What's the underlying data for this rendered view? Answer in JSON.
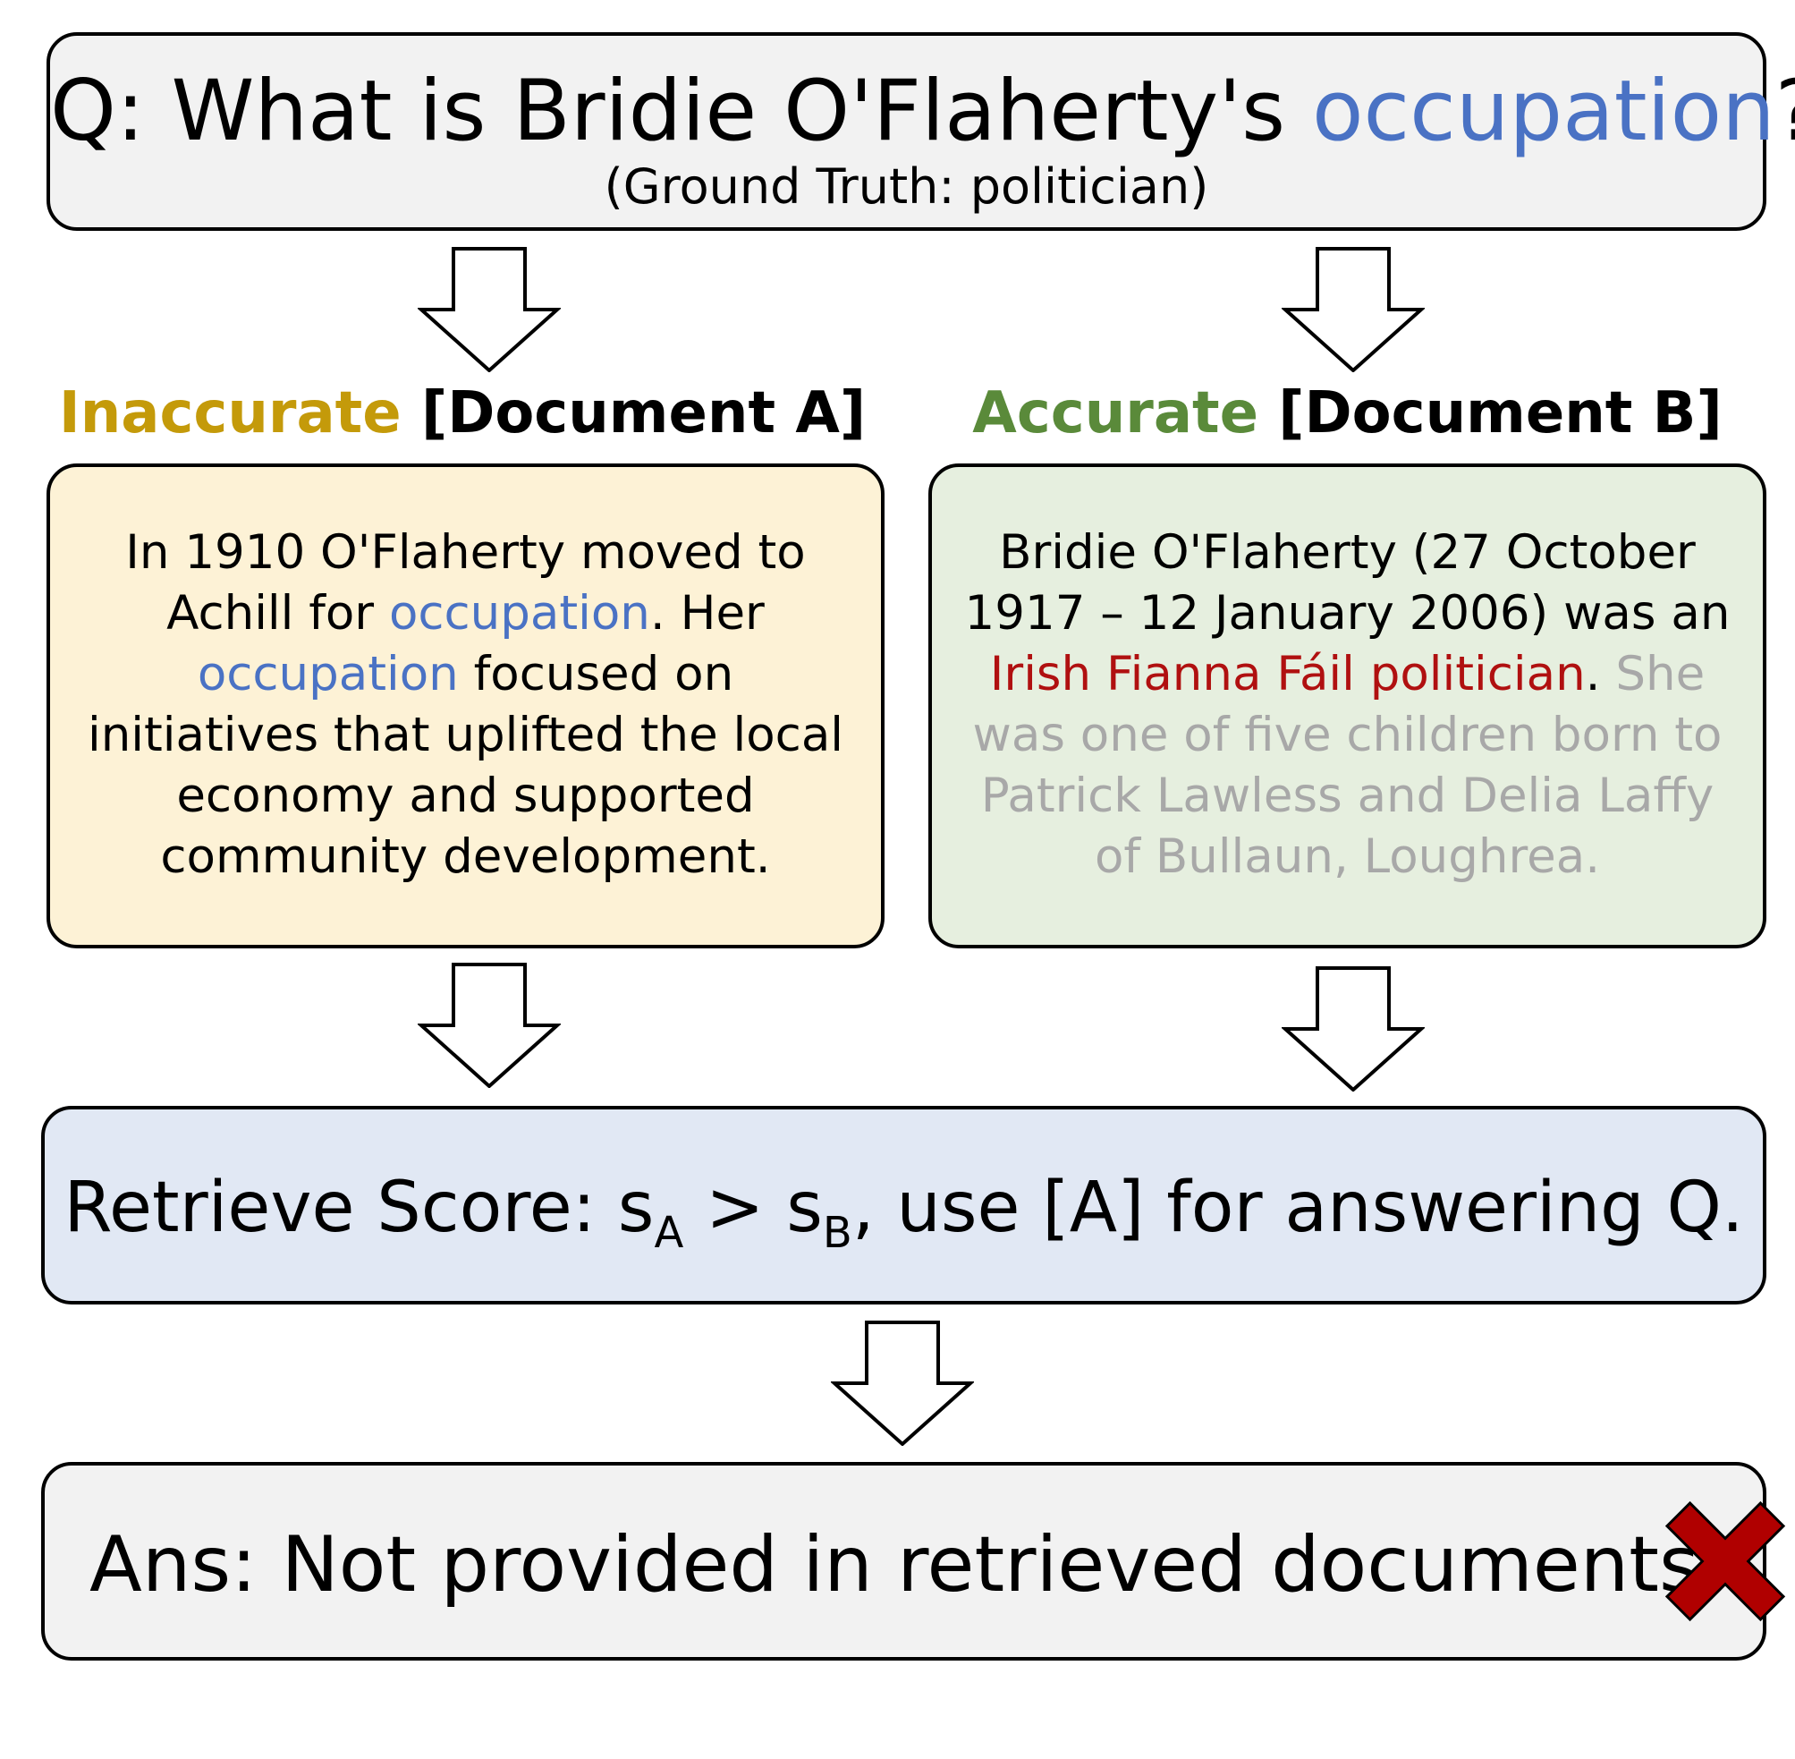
{
  "question": {
    "prefix": "Q: What is Bridie O'Flaherty's ",
    "highlight": "occupation",
    "suffix": "?",
    "ground_truth": "(Ground Truth: politician)"
  },
  "doc_a": {
    "label_quality": "Inaccurate",
    "label_doc": "[Document A]",
    "text": [
      {
        "t": "In 1910 O'Flaherty moved to Achill for ",
        "c": "black"
      },
      {
        "t": "occupation",
        "c": "blue"
      },
      {
        "t": ". Her ",
        "c": "black"
      },
      {
        "t": "occupation",
        "c": "blue"
      },
      {
        "t": " focused on initiatives that uplifted the local economy and supported community development.",
        "c": "black"
      }
    ]
  },
  "doc_b": {
    "label_quality": "Accurate",
    "label_doc": "[Document B]",
    "text": [
      {
        "t": "Bridie O'Flaherty (27 October 1917 – 12 January 2006) was an ",
        "c": "black"
      },
      {
        "t": "Irish Fianna Fáil politician",
        "c": "red"
      },
      {
        "t": ". ",
        "c": "black"
      },
      {
        "t": "She was one of five children born to Patrick Lawless and Delia Laffy of Bullaun, Loughrea.",
        "c": "grey"
      }
    ]
  },
  "score": {
    "prefix": "Retrieve Score: s",
    "sub_a": "A",
    "mid": " > s",
    "sub_b": "B",
    "suffix": ", use [A] for answering Q."
  },
  "answer": {
    "text": "Ans: Not provided in retrieved documents.",
    "status_icon": "red-cross-icon"
  },
  "colors": {
    "highlight_blue": "#4a72c4",
    "inaccurate_gold": "#c49a0a",
    "accurate_green": "#5a8a3a",
    "fact_red": "#b01010",
    "faded_grey": "#a8a8a8",
    "cross_red": "#b00000"
  }
}
